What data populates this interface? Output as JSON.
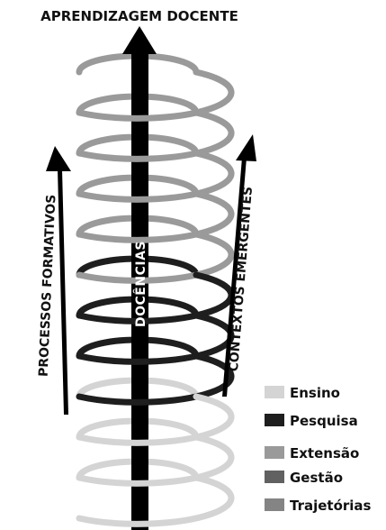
{
  "title": "APRENDIZAGEM DOCENTE",
  "center_label": "DOCÊNCIAS",
  "left_label": "PROCESSOS FORMATIVOS",
  "right_label": "CONTEXTOS EMERGENTES",
  "colors": {
    "ensino": "#d4d4d4",
    "pesquisa": "#1e1e1e",
    "extensao": "#9a9a9a",
    "gestao": "#616161",
    "trajetorias": "#848484",
    "axis": "#000000"
  },
  "legend": [
    {
      "label": "Ensino",
      "color": "#d4d4d4"
    },
    {
      "label": "Pesquisa",
      "color": "#1e1e1e"
    },
    {
      "label": "Extensão",
      "color": "#9a9a9a"
    },
    {
      "label": "Gestão",
      "color": "#616161"
    },
    {
      "label": "Trajetórias",
      "color": "#848484"
    }
  ],
  "spiral_turns": [
    "extensao",
    "extensao",
    "extensao",
    "extensao",
    "extensao",
    "pesquisa",
    "pesquisa",
    "pesquisa",
    "ensino",
    "ensino",
    "ensino"
  ]
}
